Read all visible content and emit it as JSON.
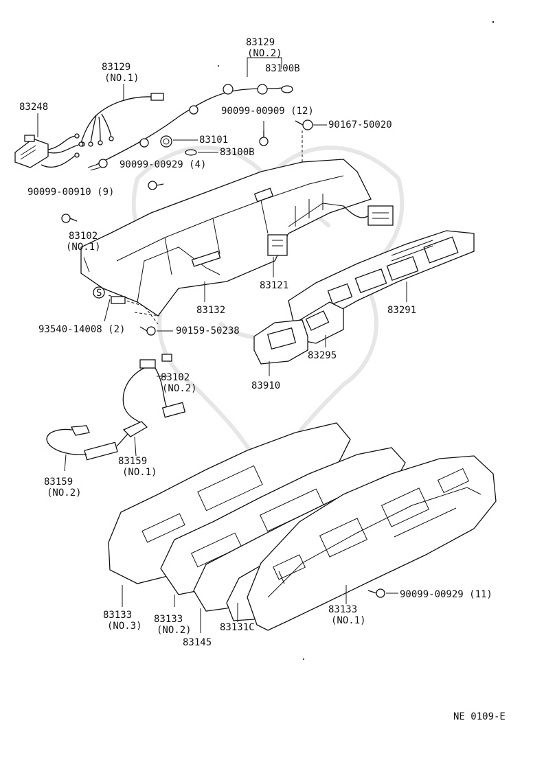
{
  "labels": {
    "p83129_no2": "83129",
    "p83129_no2_sub": "(NO.2)",
    "p83100b_top": "83100B",
    "p83129_no1": "83129",
    "p83129_no1_sub": "(NO.1)",
    "p83248": "83248",
    "p90099_00909": "90099-00909 (12)",
    "p90167_50020": "90167-50020",
    "p83101": "83101",
    "p83100b_mid": "83100B",
    "p90099_00929_4": "90099-00929 (4)",
    "p90099_00910": "90099-00910 (9)",
    "p83102_no1": "83102",
    "p83102_no1_sub": "(NO.1)",
    "p83121": "83121",
    "p83132": "83132",
    "p83291": "83291",
    "p93540": "93540-14008 (2)",
    "p90159": "90159-50238",
    "p83295": "83295",
    "p83910": "83910",
    "p83102_no2": "83102",
    "p83102_no2_sub": "(NO.2)",
    "p83159_no1": "83159",
    "p83159_no1_sub": "(NO.1)",
    "p83159_no2": "83159",
    "p83159_no2_sub": "(NO.2)",
    "p90099_00929_11": "90099-00929 (11)",
    "p83133_no3": "83133",
    "p83133_no3_sub": "(NO.3)",
    "p83133_no2": "83133",
    "p83133_no2_sub": "(NO.2)",
    "p83145": "83145",
    "p83131c": "83131C",
    "p83133_no1": "83133",
    "p83133_no1_sub": "(NO.1)",
    "s_marker": "S",
    "footer_code": "NE 0109-E"
  }
}
